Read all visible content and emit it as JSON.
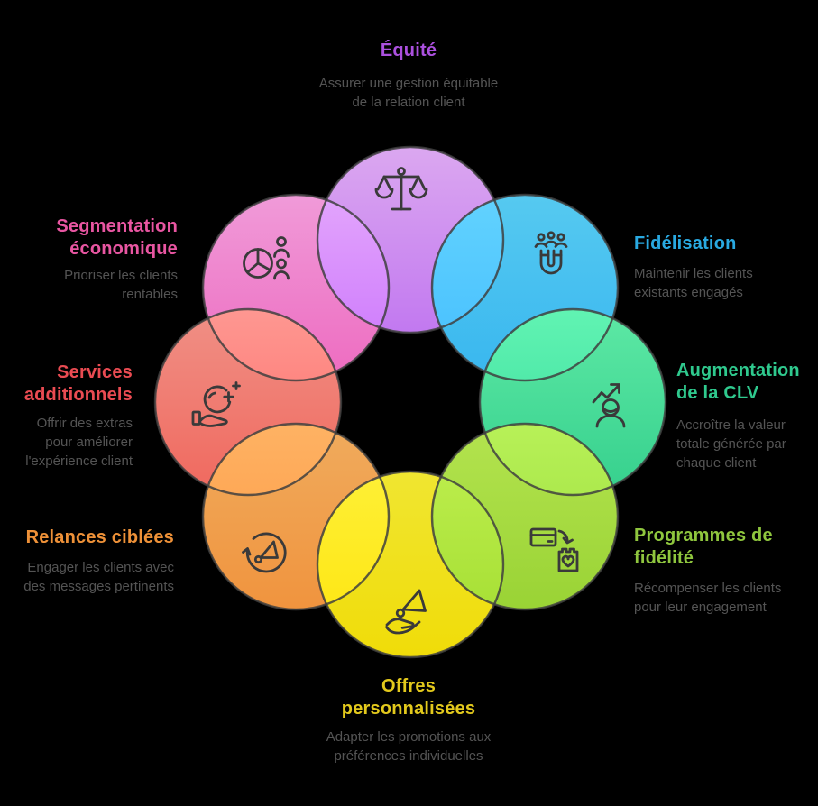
{
  "background": "#000000",
  "outline_color": "#3f3f3f",
  "icon_stroke_color": "#3a3a3a",
  "description_color": "#545454",
  "diagram": {
    "type": "circular-venn-flower",
    "node_count": 8
  },
  "items": [
    {
      "position": "top",
      "title": "Équité",
      "description": "Assurer une gestion équitable de la relation client",
      "title_color": "#ab50de",
      "icon": "balance-scale-icon",
      "circle_gradient": {
        "from": "#e9b2ff",
        "to": "#ce80ff"
      }
    },
    {
      "position": "top-right",
      "title": "Fidélisation",
      "description": "Maintenir les clients existants engagés",
      "title_color": "#29a9e1",
      "icon": "magnet-people-icon",
      "circle_gradient": {
        "from": "#5bd6ff",
        "to": "#3cc2fe"
      }
    },
    {
      "position": "right",
      "title": "Augmentation de la CLV",
      "description": "Accroître la valeur totale générée par chaque client",
      "title_color": "#2fc98e",
      "icon": "growth-person-icon",
      "circle_gradient": {
        "from": "#63f7af",
        "to": "#39dd96"
      }
    },
    {
      "position": "bottom-right",
      "title": "Programmes de fidélité",
      "description": "Récompenser les clients pour leur engagement",
      "title_color": "#8fc63e",
      "icon": "card-loyalty-icon",
      "circle_gradient": {
        "from": "#bff254",
        "to": "#a3e038"
      }
    },
    {
      "position": "bottom",
      "title": "Offres personnalisées",
      "description": "Adapter les promotions aux préférences individuelles",
      "title_color": "#e3c91c",
      "icon": "hand-megaphone-icon",
      "circle_gradient": {
        "from": "#fff434",
        "to": "#ffea09"
      }
    },
    {
      "position": "bottom-left",
      "title": "Relances ciblées",
      "description": "Engager les clients avec des messages pertinents",
      "title_color": "#ee9138",
      "icon": "refresh-megaphone-icon",
      "circle_gradient": {
        "from": "#ffb663",
        "to": "#ff9d42"
      }
    },
    {
      "position": "left",
      "title": "Services additionnels",
      "description": "Offrir des extras pour améliorer l'expérience client",
      "title_color": "#ea4b52",
      "icon": "hand-plus-icon",
      "circle_gradient": {
        "from": "#ff998e",
        "to": "#ff6f64"
      }
    },
    {
      "position": "top-left",
      "title": "Segmentation économique",
      "description": "Prioriser les clients rentables",
      "title_color": "#e956a2",
      "icon": "pie-people-icon",
      "circle_gradient": {
        "from": "#ffa4e6",
        "to": "#fc72cc"
      }
    }
  ]
}
